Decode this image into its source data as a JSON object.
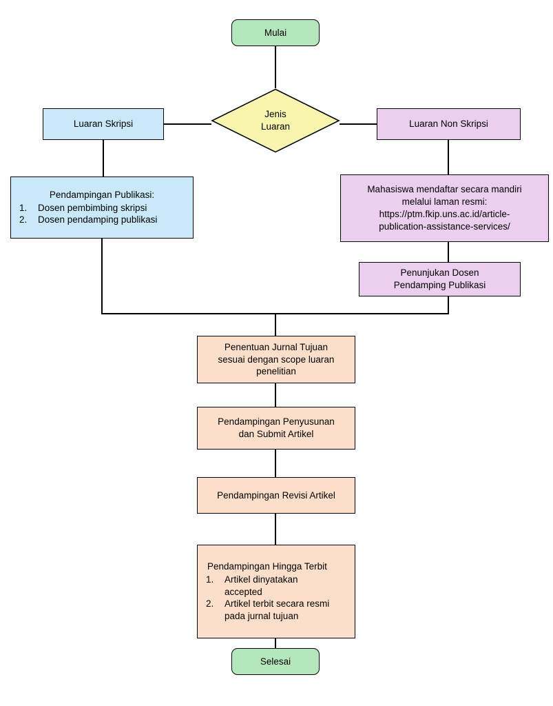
{
  "colors": {
    "start_end": "#b5e7bc",
    "decision": "#f8f6ae",
    "skripsi_branch": "#c9e9f8",
    "non_skripsi_branch": "#eccfee",
    "process": "#fbdfca",
    "line": "#000000"
  },
  "nodes": {
    "start": {
      "label": "Mulai"
    },
    "decision": {
      "label": "Jenis\nLuaran"
    },
    "luaran_skripsi": {
      "label": "Luaran Skripsi"
    },
    "luaran_non_skripsi": {
      "label": "Luaran Non Skripsi"
    },
    "pendampingan_publikasi": {
      "title": "Pendampingan Publikasi:",
      "items": [
        {
          "num": "1.",
          "text": "Dosen pembimbing skripsi"
        },
        {
          "num": "2.",
          "text": "Dosen pendamping publikasi"
        }
      ]
    },
    "pendaftaran_mandiri": {
      "label": "Mahasiswa mendaftar secara mandiri\nmelalui laman resmi:\nhttps://ptm.fkip.uns.ac.id/article-\npublication-assistance-services/"
    },
    "penunjukan_dosen": {
      "label": "Penunjukan Dosen\nPendamping Publikasi"
    },
    "penentuan_jurnal": {
      "label": "Penentuan Jurnal Tujuan\nsesuai dengan scope luaran\npenelitian"
    },
    "penyusunan_submit": {
      "label": "Pendampingan Penyusunan\ndan Submit Artikel"
    },
    "revisi": {
      "label": "Pendampingan Revisi Artikel"
    },
    "hingga_terbit": {
      "title": "Pendampingan Hingga Terbit",
      "items": [
        {
          "num": "1.",
          "text": "Artikel dinyatakan\naccepted"
        },
        {
          "num": "2.",
          "text": "Artikel terbit secara resmi\npada jurnal tujuan"
        }
      ]
    },
    "end": {
      "label": "Selesai"
    }
  }
}
